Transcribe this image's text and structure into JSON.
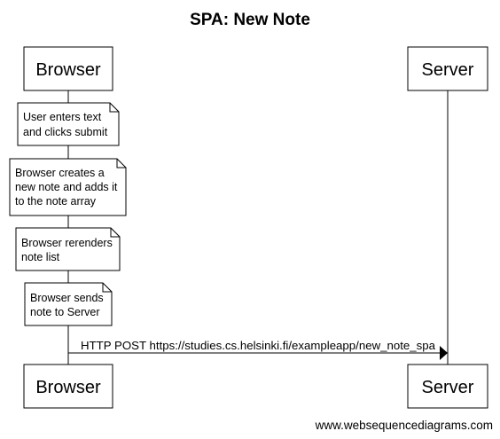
{
  "title": "SPA: New Note",
  "actors": {
    "browser": "Browser",
    "server": "Server"
  },
  "notes": [
    {
      "lines": [
        "User enters text",
        "and clicks submit"
      ]
    },
    {
      "lines": [
        "Browser creates a",
        "new note and adds it",
        "to the note array"
      ]
    },
    {
      "lines": [
        "Browser rerenders",
        "note list"
      ]
    },
    {
      "lines": [
        "Browser sends",
        "note to Server"
      ]
    }
  ],
  "message": {
    "from": "Browser",
    "to": "Server",
    "label": "HTTP POST https://studies.cs.helsinki.fi/exampleapp/new_note_spa"
  },
  "footer": "www.websequencediagrams.com"
}
